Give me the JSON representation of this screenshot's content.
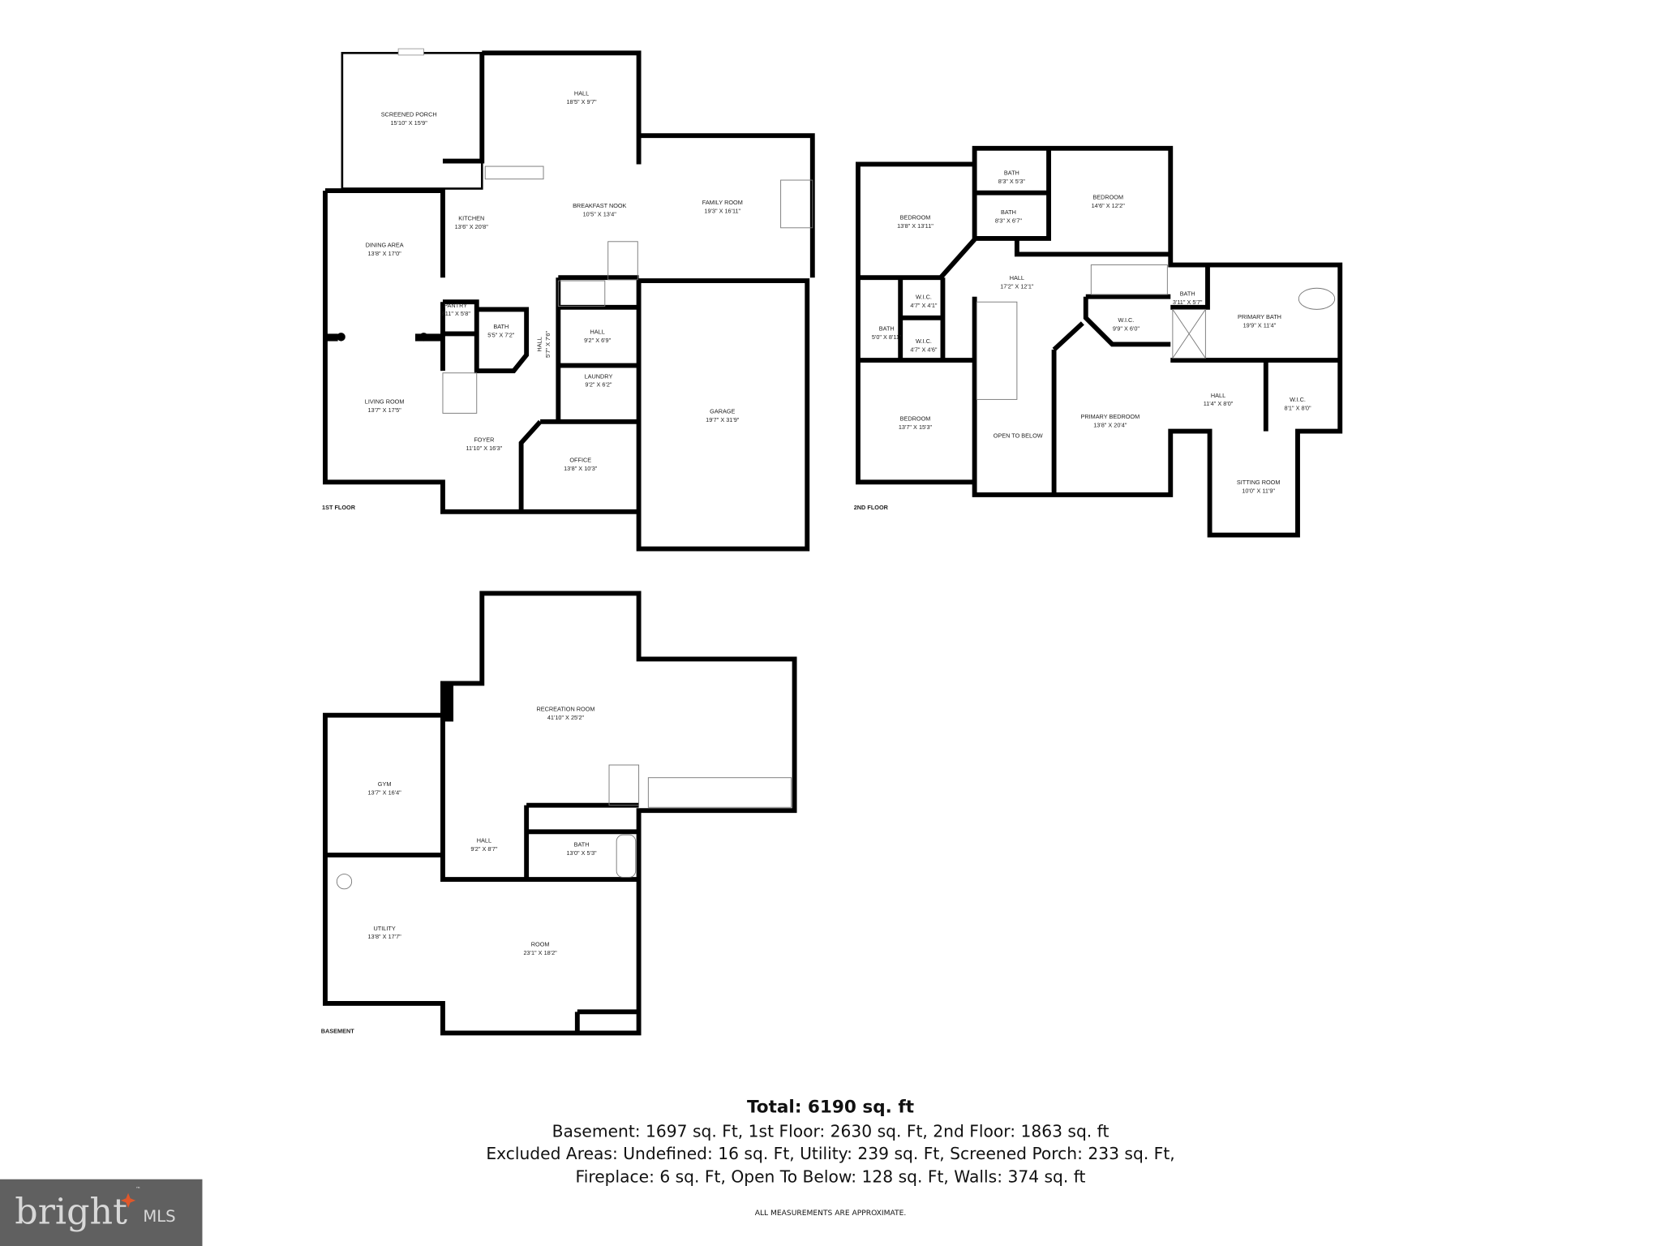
{
  "floors": {
    "first": {
      "label": "1ST FLOOR",
      "rooms": [
        {
          "name": "SCREENED PORCH",
          "dims": "15'10\" X 15'9\""
        },
        {
          "name": "HALL",
          "dims": "18'5\" X 9'7\""
        },
        {
          "name": "KITCHEN",
          "dims": "13'6\" X 20'8\""
        },
        {
          "name": "BREAKFAST NOOK",
          "dims": "10'5\" X 13'4\""
        },
        {
          "name": "FAMILY ROOM",
          "dims": "19'3\" X 16'11\""
        },
        {
          "name": "DINING AREA",
          "dims": "13'8\" X 17'0\""
        },
        {
          "name": "PANTRY",
          "dims": "3'11\" X 5'8\""
        },
        {
          "name": "BATH",
          "dims": "5'5\" X 7'2\""
        },
        {
          "name": "HALL",
          "dims": "5'7\" X 7'6\""
        },
        {
          "name": "HALL",
          "dims": "9'2\" X 6'9\""
        },
        {
          "name": "LAUNDRY",
          "dims": "9'2\" X 6'2\""
        },
        {
          "name": "LIVING ROOM",
          "dims": "13'7\" X 17'5\""
        },
        {
          "name": "FOYER",
          "dims": "11'10\" X 16'3\""
        },
        {
          "name": "OFFICE",
          "dims": "13'8\" X 10'3\""
        },
        {
          "name": "GARAGE",
          "dims": "19'7\" X 31'9\""
        }
      ]
    },
    "second": {
      "label": "2ND FLOOR",
      "rooms": [
        {
          "name": "BEDROOM",
          "dims": "13'8\" X 13'11\""
        },
        {
          "name": "BATH",
          "dims": "8'3\" X 5'3\""
        },
        {
          "name": "BATH",
          "dims": "8'3\" X 6'7\""
        },
        {
          "name": "BEDROOM",
          "dims": "14'6\" X 12'2\""
        },
        {
          "name": "HALL",
          "dims": "17'2\" X 12'1\""
        },
        {
          "name": "W.I.C.",
          "dims": "4'7\" X 4'1\""
        },
        {
          "name": "BATH",
          "dims": "5'0\" X 8'11\""
        },
        {
          "name": "W.I.C.",
          "dims": "4'7\" X 4'6\""
        },
        {
          "name": "BATH",
          "dims": "3'11\" X 5'7\""
        },
        {
          "name": "W.I.C.",
          "dims": "9'9\" X 6'0\""
        },
        {
          "name": "PRIMARY BATH",
          "dims": "19'9\" X 11'4\""
        },
        {
          "name": "HALL",
          "dims": "11'4\" X 8'0\""
        },
        {
          "name": "W.I.C.",
          "dims": "8'1\" X 8'0\""
        },
        {
          "name": "BEDROOM",
          "dims": "13'7\" X 15'3\""
        },
        {
          "name": "OPEN TO BELOW",
          "dims": ""
        },
        {
          "name": "PRIMARY BEDROOM",
          "dims": "13'8\" X 20'4\""
        },
        {
          "name": "SITTING ROOM",
          "dims": "10'0\" X 11'9\""
        }
      ]
    },
    "basement": {
      "label": "BASEMENT",
      "rooms": [
        {
          "name": "RECREATION ROOM",
          "dims": "41'10\" X 25'2\""
        },
        {
          "name": "GYM",
          "dims": "13'7\" X 16'4\""
        },
        {
          "name": "HALL",
          "dims": "9'2\" X 8'7\""
        },
        {
          "name": "BATH",
          "dims": "13'0\" X 5'3\""
        },
        {
          "name": "UTILITY",
          "dims": "13'8\" X 17'7\""
        },
        {
          "name": "ROOM",
          "dims": "23'1\" X 18'2\""
        }
      ]
    }
  },
  "summary": {
    "total": "Total: 6190 sq. ft",
    "line1": "Basement: 1697 sq. Ft, 1st Floor: 2630 sq. Ft, 2nd Floor: 1863 sq. ft",
    "line2": "Excluded Areas: Undefined: 16 sq. Ft, Utility: 239 sq. Ft, Screened Porch: 233 sq. Ft,",
    "line3": "Fireplace: 6 sq. Ft, Open To Below: 128 sq. Ft, Walls: 374 sq. ft",
    "note": "ALL MEASUREMENTS ARE APPROXIMATE."
  },
  "logo": {
    "brand": "bright",
    "suffix": "MLS",
    "tm": "™",
    "bg_color": "#606060",
    "accent_color": "#e0572a"
  }
}
